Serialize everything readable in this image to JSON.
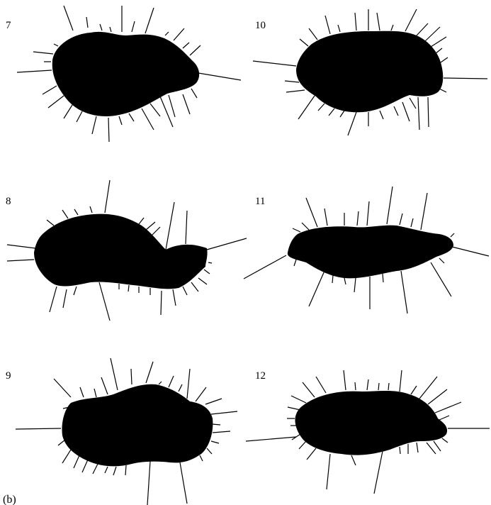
{
  "figure_label": "(b)",
  "panels": [
    {
      "label": "7"
    },
    {
      "label": "10"
    },
    {
      "label": "8"
    },
    {
      "label": "11"
    },
    {
      "label": "9"
    },
    {
      "label": "12"
    }
  ]
}
